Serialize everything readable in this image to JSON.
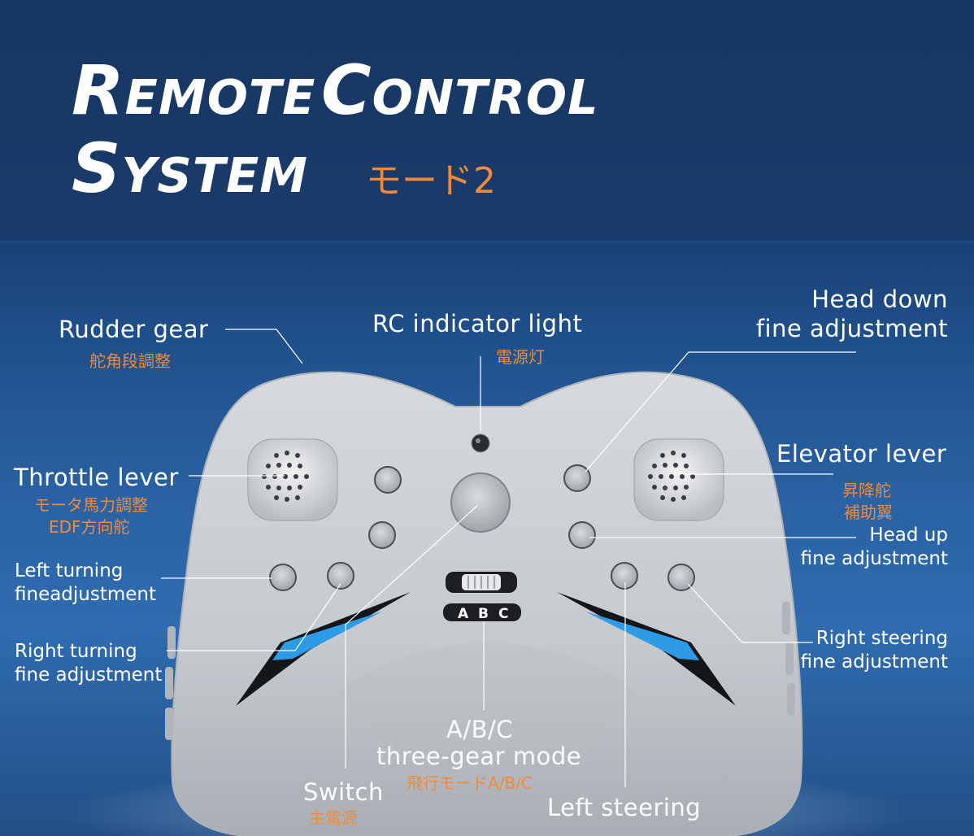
{
  "title": {
    "line1_word1": "Remote",
    "line1_word2": "Control",
    "line2": "System",
    "mode": "モード2"
  },
  "labels": {
    "rudder_gear": "Rudder gear",
    "rudder_gear_jp": "舵角段調整",
    "rc_indicator": "RC indicator light",
    "rc_indicator_jp": "電源灯",
    "head_down_1": "Head down",
    "head_down_2": "fine adjustment",
    "throttle": "Throttle lever",
    "throttle_jp1": "モータ馬力調整",
    "throttle_jp2": "EDF方向舵",
    "elevator": "Elevator lever",
    "elevator_jp1": "昇降舵",
    "elevator_jp2": "補助翼",
    "head_up_1": "Head up",
    "head_up_2": "fine adjustment",
    "left_turning_1": "Left turning",
    "left_turning_2": "fineadjustment",
    "right_turning_1": "Right turning",
    "right_turning_2": "fine adjustment",
    "right_steering_1": "Right steering",
    "right_steering_2": "fine adjustment",
    "abc_1": "A/B/C",
    "abc_2": "three-gear mode",
    "abc_jp": "飛行モードA/B/C",
    "switch": "Switch",
    "switch_jp": "主電源",
    "left_steering": "Left steering",
    "switch_letters": [
      "A",
      "B",
      "C"
    ]
  },
  "colors": {
    "accent_orange": "#f08a3a",
    "header_navy": "#163562",
    "text_white": "#ffffff",
    "controller_gray": "#c9cdd2",
    "stripe_blue": "#2d9be6"
  }
}
